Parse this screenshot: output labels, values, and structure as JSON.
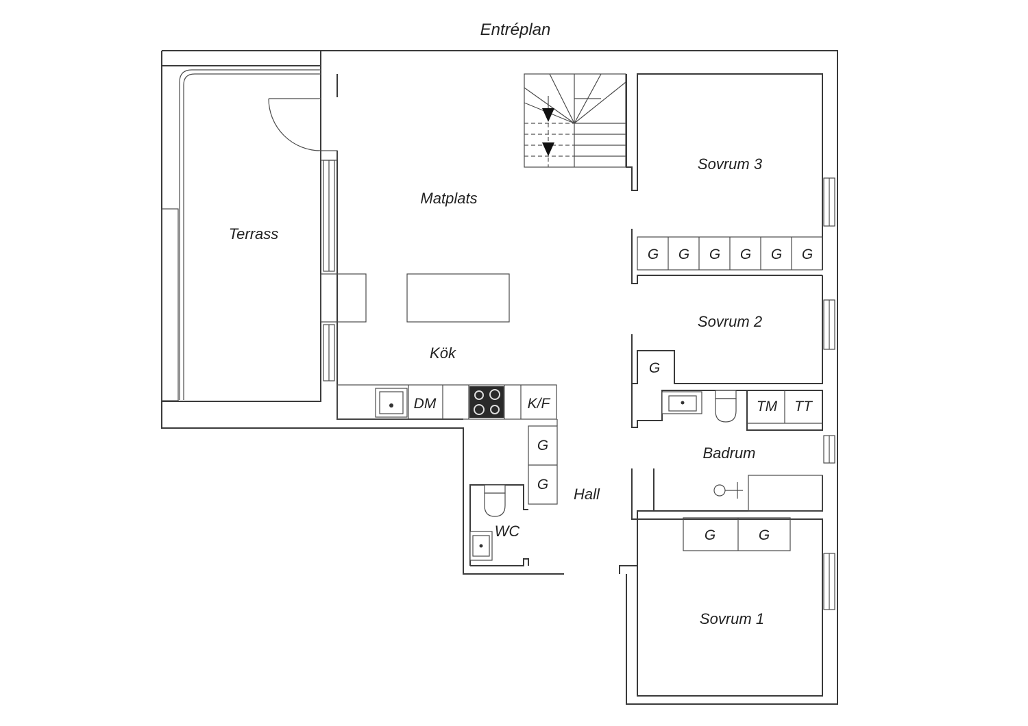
{
  "title": "Entréplan",
  "rooms": {
    "terrass": "Terrass",
    "matplats": "Matplats",
    "kok": "Kök",
    "sovrum3": "Sovrum 3",
    "sovrum2": "Sovrum 2",
    "sovrum1": "Sovrum 1",
    "badrum": "Badrum",
    "hall": "Hall",
    "wc": "WC"
  },
  "appliances": {
    "dm": "DM",
    "kf": "K/F",
    "tm": "TM",
    "tt": "TT"
  },
  "wardrobe": "G"
}
